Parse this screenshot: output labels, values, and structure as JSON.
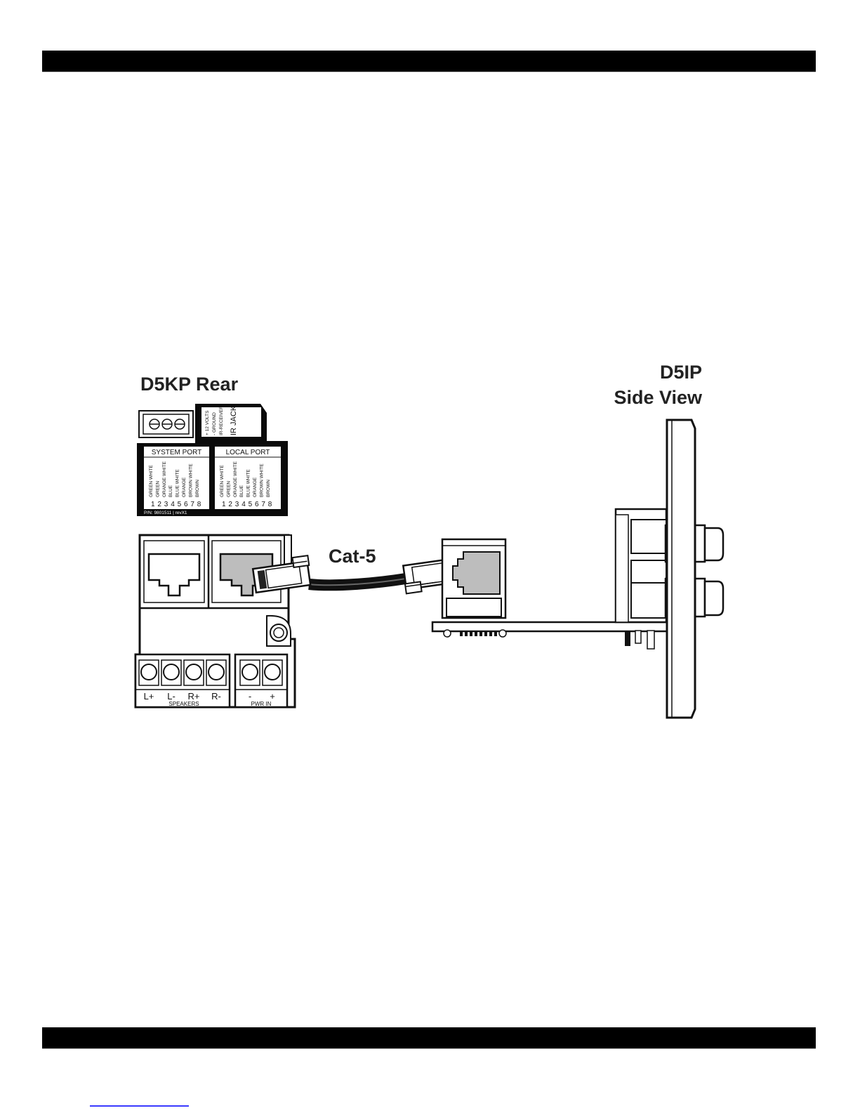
{
  "labels": {
    "keypad_title": "D5KP Rear",
    "interface_title_line1": "D5IP",
    "interface_title_line2": "Side View",
    "cable": "Cat-5",
    "system_port": "SYSTEM PORT",
    "local_port": "LOCAL PORT",
    "ir_jack": "IR JACK",
    "ir_pin_1": "+ 12 VOLTS",
    "ir_pin_2": "- GROUND",
    "ir_pin_3": "IR-RECEIVER",
    "part_number": "P/N: 9801511 | revX1",
    "speakers": "SPEAKERS",
    "power_in": "PWR IN"
  },
  "wire_colors": [
    "GREEN WHITE",
    "GREEN",
    "ORANGE WHITE",
    "BLUE",
    "BLUE WHITE",
    "ORANGE",
    "BROWN WHITE",
    "BROWN"
  ],
  "pin_numbers": [
    "1",
    "2",
    "3",
    "4",
    "5",
    "6",
    "7",
    "8"
  ],
  "speaker_terminals": [
    "L+",
    "L-",
    "R+",
    "R-"
  ],
  "power_terminals": [
    "-",
    "+"
  ]
}
